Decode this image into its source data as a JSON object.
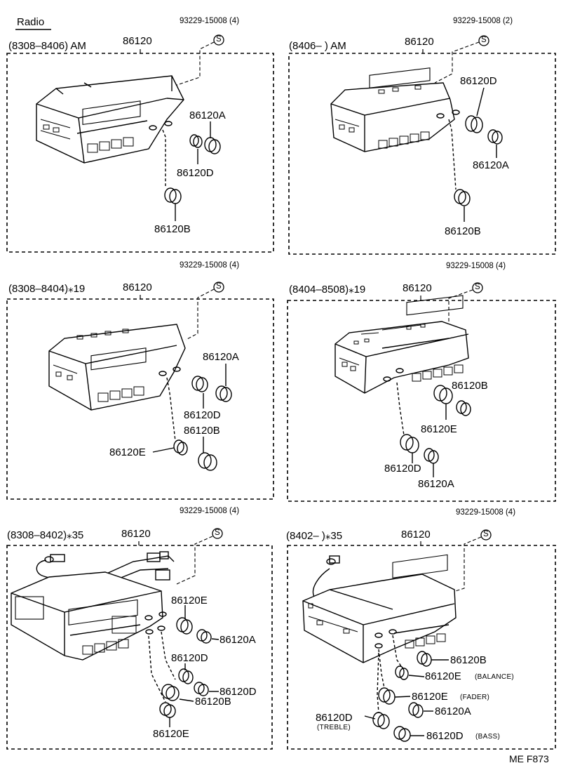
{
  "section_title": "Radio",
  "footer_code": "ME  F873",
  "symbol_s": "S",
  "panels": [
    {
      "range": "(8308–8406) AM",
      "part_main": "86120",
      "screw": "93229-15008 (4)",
      "labels": [
        "86120A",
        "86120D",
        "86120B"
      ]
    },
    {
      "range": "(8406–        ) AM",
      "part_main": "86120",
      "screw": "93229-15008 (2)",
      "labels": [
        "86120D",
        "86120A",
        "86120B"
      ]
    },
    {
      "range": "(8308–8404)⁎19",
      "part_main": "86120",
      "screw": "93229-15008 (4)",
      "labels": [
        "86120A",
        "86120D",
        "86120B",
        "86120E"
      ]
    },
    {
      "range": "(8404–8508)⁎19",
      "part_main": "86120",
      "screw": "93229-15008 (4)",
      "labels": [
        "86120B",
        "86120E",
        "86120D",
        "86120A"
      ]
    },
    {
      "range": "(8308–8402)⁎35",
      "part_main": "86120",
      "screw": "93229-15008 (4)",
      "labels": [
        "86120E",
        "86120A",
        "86120D",
        "86120D",
        "86120B",
        "86120E"
      ]
    },
    {
      "range": "(8402–        )⁎35",
      "part_main": "86120",
      "screw": "93229-15008 (4)",
      "labels": [
        "86120B",
        "86120E",
        "86120E",
        "86120A",
        "86120D",
        "86120D"
      ],
      "notes": [
        "(BALANCE)",
        "(FADER)",
        "(TREBLE)",
        "(BASS)"
      ]
    }
  ]
}
